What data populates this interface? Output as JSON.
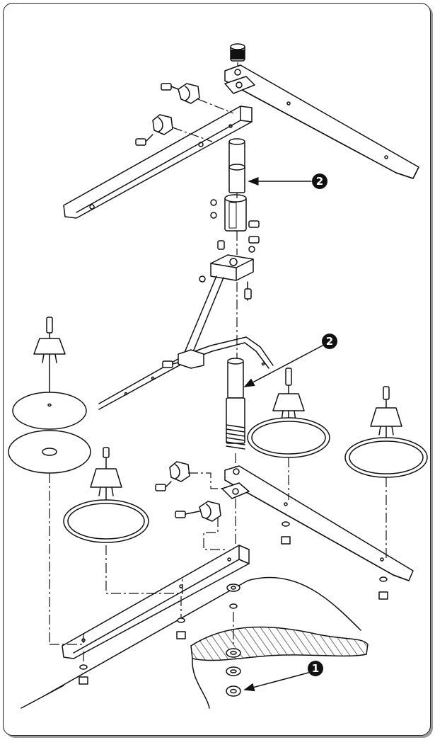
{
  "callouts": {
    "part_2_upper": "2",
    "part_2_lower": "2",
    "part_1": "1"
  },
  "colors": {
    "line": "#111111",
    "background": "#ffffff",
    "frame_shadow": "#9a9a9a"
  }
}
